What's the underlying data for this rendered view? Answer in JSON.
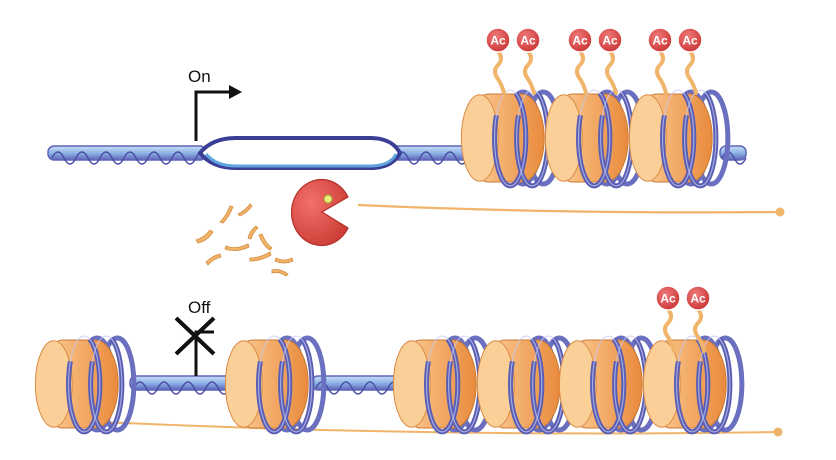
{
  "top_panel": {
    "promoter_label": "On",
    "acetyl_marks": [
      "Ac",
      "Ac",
      "Ac",
      "Ac",
      "Ac",
      "Ac"
    ]
  },
  "bottom_panel": {
    "promoter_label": "Off",
    "acetyl_marks": [
      "Ac",
      "Ac"
    ]
  },
  "colors": {
    "dna_backbone": "#5e64b8",
    "dna_light": "#9fc3ee",
    "nucleosome": "#f2a35c",
    "nucleosome_highlight": "#fde2bd",
    "dna_wrap": "#6b6fbf",
    "acetyl_badge": "#df4747",
    "tail": "#f0b46b",
    "enzyme": "#e44a42",
    "arrow": "#111111"
  },
  "icons": {
    "promoter_on": "bent-arrow-icon",
    "promoter_off": "crossed-out-promoter-icon",
    "enzyme": "pacman-enzyme-icon",
    "fragments": "degraded-tail-fragments-icon"
  }
}
